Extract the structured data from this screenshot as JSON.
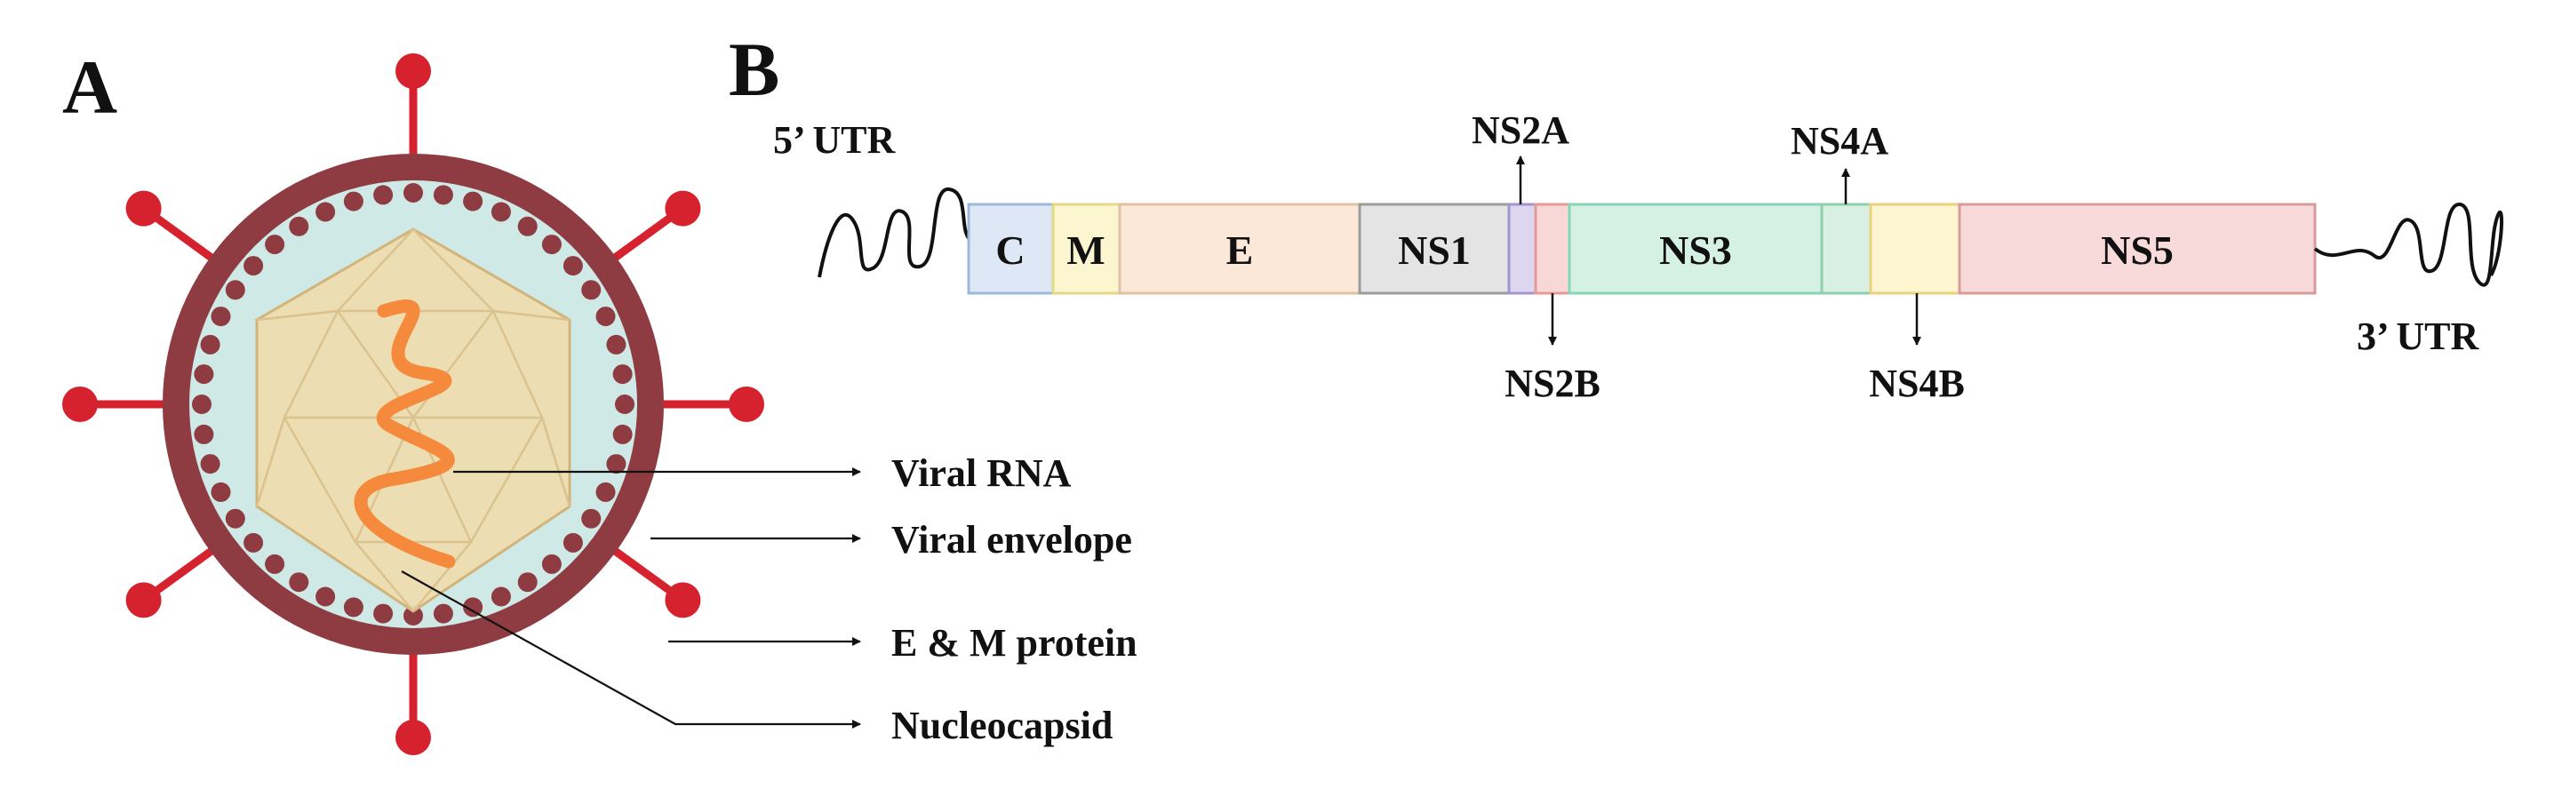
{
  "panel_a": {
    "letter": "A",
    "callouts": [
      {
        "id": "viral-rna",
        "label": "Viral RNA"
      },
      {
        "id": "viral-envelope",
        "label": "Viral envelope"
      },
      {
        "id": "e-m-protein",
        "label": "E & M protein"
      },
      {
        "id": "nucleocapsid",
        "label": "Nucleocapsid"
      }
    ],
    "colors": {
      "envelope_outer": "#8e3b41",
      "envelope_inner": "#cfe9e6",
      "beads": "#8e3b41",
      "spikes": "#d6222e",
      "capsid": "#efdcae",
      "capsid_edge": "#d2b47a",
      "rna": "#f58a3c"
    }
  },
  "panel_b": {
    "letter": "B",
    "utr5": "5’ UTR",
    "utr3": "3’ UTR",
    "segments": [
      {
        "id": "c",
        "label": "C",
        "fill": "#dde7f5",
        "stroke": "#9db8dc"
      },
      {
        "id": "m",
        "label": "M",
        "fill": "#fbf6cf",
        "stroke": "#e2d886"
      },
      {
        "id": "e",
        "label": "E",
        "fill": "#fbe8d9",
        "stroke": "#e2c0a4"
      },
      {
        "id": "ns1",
        "label": "NS1",
        "fill": "#e4e4e4",
        "stroke": "#9c9c9c"
      },
      {
        "id": "ns2a",
        "label": "",
        "fill": "#ddd6ef",
        "stroke": "#a595cf"
      },
      {
        "id": "ns2b",
        "label": "",
        "fill": "#f8d7d7",
        "stroke": "#e59a9a"
      },
      {
        "id": "ns3",
        "label": "NS3",
        "fill": "#d5f1e6",
        "stroke": "#86d6b6"
      },
      {
        "id": "ns4a",
        "label": "",
        "fill": "#d8efe3",
        "stroke": "#8fcfae"
      },
      {
        "id": "ns4b",
        "label": "",
        "fill": "#fdf4d0",
        "stroke": "#e8d27c"
      },
      {
        "id": "ns5",
        "label": "NS5",
        "fill": "#f8dada",
        "stroke": "#d89a9a"
      }
    ],
    "pointers": {
      "ns2a": "NS2A",
      "ns2b": "NS2B",
      "ns4a": "NS4A",
      "ns4b": "NS4B"
    }
  }
}
